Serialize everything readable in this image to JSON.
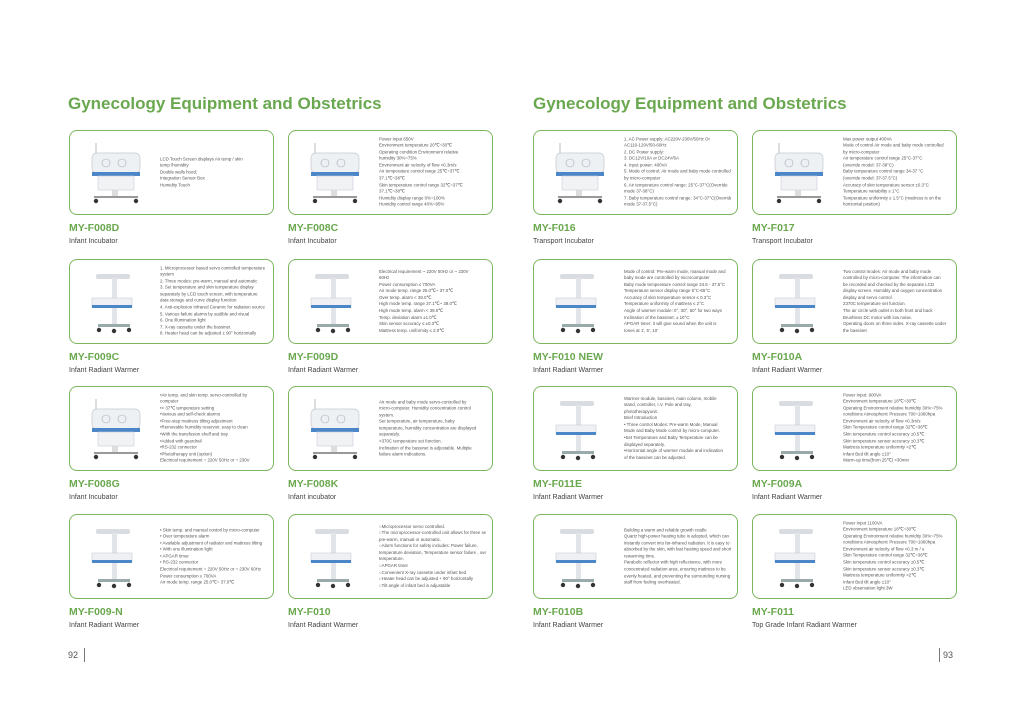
{
  "pages": [
    {
      "title": "Gynecology Equipment and Obstetrics",
      "number": "92"
    },
    {
      "title": "Gynecology Equipment and Obstetrics",
      "number": "93"
    }
  ],
  "colors": {
    "accent": "#6aa84f",
    "border": "#7cb65e",
    "device_blue": "#4a86c8"
  },
  "products": [
    {
      "model": "MY-F008D",
      "name": "Infant Incubator",
      "desc": [
        "LCD Touch Screen displays Air temp / skin",
        "temp /humidity",
        "Double walls hood;",
        "Integration Sensor Box",
        "Humidity Touch"
      ]
    },
    {
      "model": "MY-F008C",
      "name": "Infant Incubator",
      "desc": [
        "Power input          650V",
        "Environment temperature     20℃~30℃",
        "Operating condition  Environment relative",
        "humidity  30%~75%",
        "Environment air velocity of flow  <0.3m/s",
        "Air temperature control range      25℃~37℃",
        "37.1℃~38℃",
        "Skin temperature control range     32℃~37℃",
        "37.1℃~38℃",
        "Humidity display range           0%~100%",
        "Humidity control range           40%~95%"
      ]
    },
    {
      "model": "MY-F009C",
      "name": "Infant Radiant Warmer",
      "desc": [
        "1. Microprocessor based servo controlled temperature",
        "system",
        "2. Three modes: pre-warm, manual and automatic",
        "3. Set temperature and skin temperature display",
        "separately by LCD touch screen, with temperature",
        "data storage and curve display function",
        "4. Anti-explosion Infrared Ceramic for radiation source",
        "5. Various failure alarms by audible and visual",
        "6. One illumination light",
        "7. X-ray cassette under the bassinet",
        "8. Heater head can be adjusted  ± 90° horizontally"
      ]
    },
    {
      "model": "MY-F009D",
      "name": "Infant Radiant Warmer",
      "desc": [
        "Electrical requirement   ~ 220V 50Hz or ~ 230V",
        "60Hz",
        "Power consumption      ≤ 700VA",
        "Air mode temp. range   25.0℃~ 37.0℃",
        "Over temp. alarm   < 38.0℃",
        "High mode temp. range 37.1℃~ 38.0℃",
        "High mode temp. alarm < 39.0℃",
        "Temp. deviation alarm   ±1.0℃",
        "Skin sensor accuracy   ≤ ±0.3℃",
        "Mattress temp. uniformity     ≤ 2.0℃"
      ]
    },
    {
      "model": "MY-F008G",
      "name": "Infant Incubator",
      "desc": [
        "•Air temp. and skin temp. servo-controlled by",
        "computer",
        "•> 37℃ temperature setting",
        "•Various and self-check alarms",
        "•Free-step mattress tilting adjustment",
        "•Removable humidity reservoir, easy to clean",
        "•With the transfusion shelf and tray",
        "•Added with guardrail",
        "•RS-232 connector",
        "•Phototherapy unit (option)",
        "Electrical requirement    ~ 220V 50Hz or ~ 230V"
      ]
    },
    {
      "model": "MY-F008K",
      "name": "Infant incubator",
      "desc": [
        "Air mode and baby mode servo-controlled by",
        "micro-computer. Humidity concentration control",
        "system.",
        "Set temperature, air temperature, baby",
        "temperature, humidity concentration are displayed",
        "separately.",
        ">370C temperature set function.",
        "Inclination of the bassinet is adjustable. Multiple",
        "failure alarm indications."
      ]
    },
    {
      "model": "MY-F009-N",
      "name": "Infant Radiant Warmer",
      "desc": [
        "• Skin temp. and manual contorl by micro-computer",
        "• Over temperature alarm",
        "• Available adjustment of radiator and mattress tilting",
        "• With one illumination light",
        "• APGAR timer",
        "• RS-232 connector",
        "Electrical requirement ~ 220V 50Hz or ~ 230V 60Hz",
        "Power consumption ≤ 700VA",
        "Air mode temp. range 25.0℃~ 37.0℃"
      ]
    },
    {
      "model": "MY-F010",
      "name": "Infant Radiant Warmer",
      "desc": [
        "○Microprocessor servo controlled.",
        "○The microprocessor-controlled unit allows for three settings:",
        "pre-warm, manual or automatic.",
        "○Alarm functions for safety includes:  Power failure,",
        "temperature deviation, Temperature sensor failure , over",
        "temperature.",
        "○APGAR timer",
        "○Convenient X-ray cassette under infant bed",
        "○Heater head can be adjusted  + 90° horizontally",
        "○Tilt angle of infant bed is adjustable"
      ]
    },
    {
      "model": "MY-F016",
      "name": "Transport Incubator",
      "desc": [
        "1. AC Power supply: AC220V-230V/50Hz Or",
        "AC110-120V/50-60Hz",
        "2. DC Power supply:",
        "3. DC12V/10A or DC24V/6A",
        "4. Input power: 400VA",
        "5. Mode of control: Air mode and baby mode controlled",
        "by micro-computer",
        "6. Air temperature control range: 25°C-37°C(Override",
        "mode 37-38°C)",
        "7. Baby temperature control range: 34°C-37°C(Override",
        "mode 37-37.5°C)"
      ]
    },
    {
      "model": "MY-F017",
      "name": "Transport Incubator",
      "desc": [
        "Max power output 400VA",
        "Mode of control Air mode and baby mode controlled",
        "by micro-computer",
        "Air temperature control range 25°C-37°C",
        "(override model: 37-38°C)",
        "Baby temperature control range 34-37 °C",
        "(override model: 37-37.5°C)",
        "Accuracy of skin temperature sensor ±0.3°C",
        "Temperature variability ≤ 1°C",
        "Temperature uniformity ≤ 1.5°C (mattress is on the",
        "horizontal position)"
      ]
    },
    {
      "model": "MY-F010 NEW",
      "name": "Infant Radiant Warmer",
      "desc": [
        "Mode of control: Pre-warm mode, manual mode and",
        "baby mode are controlled by microcomputer",
        "Baby mode temperature control range 34.5 - 37.5°C",
        "Temperature sensor display range 5°C-65°C",
        "Accuracy of skin temperature sensor ≤ 0.3°C",
        "Temperature uniformity of mattress ≤ 2°C",
        "Angle of warmer module: 0°, 30°, 60° for two ways",
        "Inclination of the bassinet: ± 10°C",
        "APGAR timer: it will give sound when the unit is",
        "tones at 1', 5', 10'"
      ]
    },
    {
      "model": "MY-F010A",
      "name": "Infant Radiant Warmer",
      "desc": [
        "Two control modes: Air mode and baby mode",
        "controlled by micro-computer. The information can",
        "be recorded and checked by the separate LCD",
        "display screen. Humidity and oxygen concentration",
        "display and servo control.",
        "2370C temperature set function.",
        "The air circle with outlet in both front and back",
        "Brushless DC motor with low noise.",
        "Operating doors on three sides. X-ray cassette under",
        "the bassinet"
      ]
    },
    {
      "model": "MY-F011E",
      "name": "Infant Radiant Warmer",
      "desc": [
        "Warmer module, bassinet, main column, mobile",
        "stand, controller, I.V. Pole and tray,",
        "phototherapyunit.",
        "Brief Introduction",
        "• Three control Modes: Pre-warm Mode, Manual",
        "Mode and Baby Mode control by micro-computer.",
        "•Set Temperature and Baby Temperature can be",
        "displayed separately.",
        "•Horizontal angle of warmer module and inclination",
        "of the bassinet can be adjusted."
      ]
    },
    {
      "model": "MY-F009A",
      "name": "Infant Radiant Warmer",
      "desc": [
        "Power input: 900VA",
        "Environment temperature 18℃~30℃",
        "Operating Environment relative humidity 30%~75%",
        "conditions Atmospheric Pressure 700~1060hpa",
        "Environment air velocity of flow <0.3m/s",
        "Skin Temperature control range 32℃~38℃",
        "Skin temperature control accuracy ±0.5℃",
        "Skin temperature sensor accuracy ±0.3℃",
        "Mattress temperature uniformity <2℃",
        "Infant Bed tilt angle ±10°",
        "Warm-up time(from 25℃) <30min"
      ]
    },
    {
      "model": "MY-F010B",
      "name": "Infant Radiant Warmer",
      "desc": [
        "Building a warm and reliable growth cradle",
        "Quartz high-power heating tube is adopted, which can",
        "instantly convert into far-infrared radiation. It is easy to be",
        "absorbed by the skin, with fast heating speed and short",
        "rewarming time.",
        "Parabolic reflector with high reflectance, with more",
        "concentrated radiation area, ensuring mattress to be",
        "evenly heated, and preventing the surrounding nursing",
        "staff from feeling overheated."
      ]
    },
    {
      "model": "MY-F011",
      "name": "Top Grade Infant Radiant Warmer",
      "desc": [
        "Power input 1100VA",
        "Environment temperature 18℃~30℃",
        "Operating Environment relative humidity 30%~75%",
        "conditions Atmospheric Pressure 700~1060hpa",
        "Environment air velocity of flow <0.3 m / s",
        "Skin Temperature control range 32℃~38℃",
        "Skin temperature control accuracy ±0.5℃",
        "Skin temperature sensor accuracy ±0.3℃",
        "Mattress temperature uniformity <2℃",
        "Infant Bed tilt angle ±10°",
        "LED observation light 3W"
      ]
    }
  ]
}
